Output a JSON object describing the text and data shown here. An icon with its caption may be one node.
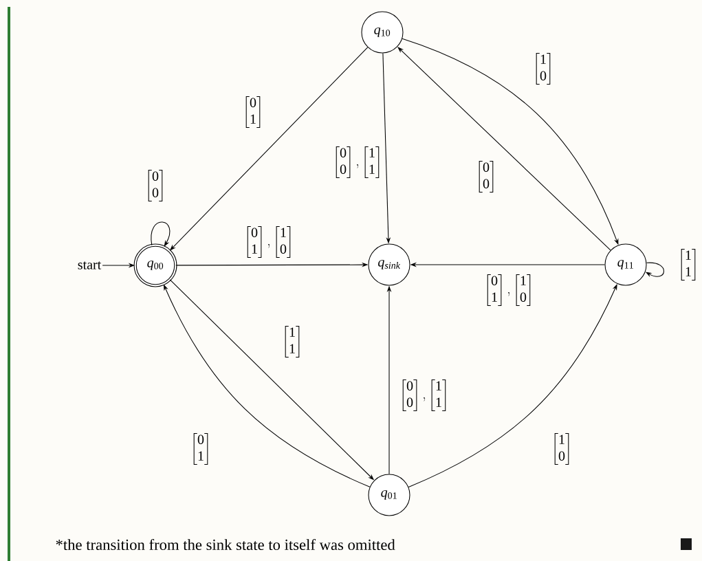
{
  "diagram": {
    "caption": "*the transition from the sink state to itself was omitted",
    "nodes": [
      {
        "text": [
          "start"
        ]
      },
      {
        "text": [
          "q_{00}"
        ]
      },
      {
        "text": [
          "q_{10}"
        ]
      },
      {
        "text": [
          "q_{sink}"
        ]
      },
      {
        "text": [
          "q_{11}"
        ]
      },
      {
        "text": [
          "q_{01}"
        ]
      }
    ],
    "edges": [
      {
        "from": 0,
        "to": 1,
        "arrow": "to"
      },
      {
        "from": 1,
        "to": 1,
        "arrow": "to",
        "label": "\\begin{bmatrix}0\\\\0\\end{bmatrix}"
      },
      {
        "from": 2,
        "to": 1,
        "arrow": "to",
        "label": "\\begin{bmatrix}0\\\\1\\end{bmatrix}"
      },
      {
        "from": 2,
        "to": 3,
        "arrow": "to",
        "label": "\\begin{bmatrix}0\\\\0\\end{bmatrix},\\begin{bmatrix}1\\\\1\\end{bmatrix}"
      },
      {
        "from": 2,
        "to": 4,
        "arrow": "to",
        "label": "\\begin{bmatrix}1\\\\0\\end{bmatrix}"
      },
      {
        "from": 4,
        "to": 2,
        "arrow": "to",
        "label": "\\begin{bmatrix}0\\\\0\\end{bmatrix}"
      },
      {
        "from": 1,
        "to": 3,
        "arrow": "to",
        "label": "\\begin{bmatrix}0\\\\1\\end{bmatrix},\\begin{bmatrix}1\\\\0\\end{bmatrix}"
      },
      {
        "from": 4,
        "to": 3,
        "arrow": "to",
        "label": "\\begin{bmatrix}0\\\\1\\end{bmatrix},\\begin{bmatrix}1\\\\0\\end{bmatrix}"
      },
      {
        "from": 4,
        "to": 4,
        "arrow": "to",
        "label": "\\begin{bmatrix}1\\\\1\\end{bmatrix}"
      },
      {
        "from": 1,
        "to": 5,
        "arrow": "to",
        "label": "\\begin{bmatrix}1\\\\1\\end{bmatrix}"
      },
      {
        "from": 5,
        "to": 1,
        "arrow": "to",
        "label": "\\begin{bmatrix}0\\\\1\\end{bmatrix}"
      },
      {
        "from": 5,
        "to": 3,
        "arrow": "to",
        "label": "\\begin{bmatrix}0\\\\0\\end{bmatrix},\\begin{bmatrix}1\\\\1\\end{bmatrix}"
      },
      {
        "from": 5,
        "to": 4,
        "arrow": "to",
        "label": "\\begin{bmatrix}1\\\\0\\end{bmatrix}"
      }
    ]
  }
}
